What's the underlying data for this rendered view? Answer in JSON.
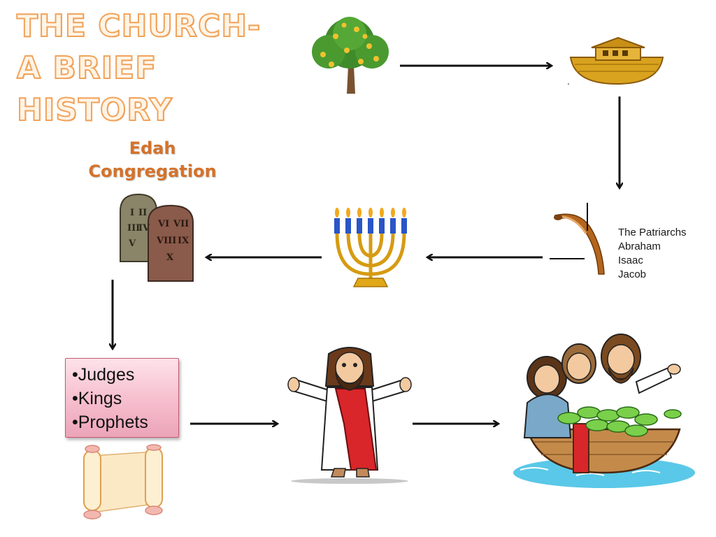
{
  "title": {
    "line1": "THE CHURCH-",
    "line2": "A BRIEF",
    "line3": "HISTORY"
  },
  "edah": {
    "line1": "Edah",
    "line2": "Congregation"
  },
  "patriarchs": {
    "line1": "The Patriarchs",
    "line2": "Abraham",
    "line3": "Isaac",
    "line4": "Jacob"
  },
  "list_box": {
    "items": [
      "•Judges",
      "•Kings",
      "•Prophets"
    ]
  },
  "dot_label": ".",
  "icons": [
    "tree-icon",
    "ark-icon",
    "shofar-icon",
    "menorah-icon",
    "tablets-icon",
    "scroll-icon",
    "jesus-icon",
    "fishermen-boat-icon"
  ],
  "colors": {
    "title_fill": "#fff4e6",
    "title_stroke": "#f1a35a",
    "edah": "#d4722b",
    "box_border": "#c25a73"
  }
}
